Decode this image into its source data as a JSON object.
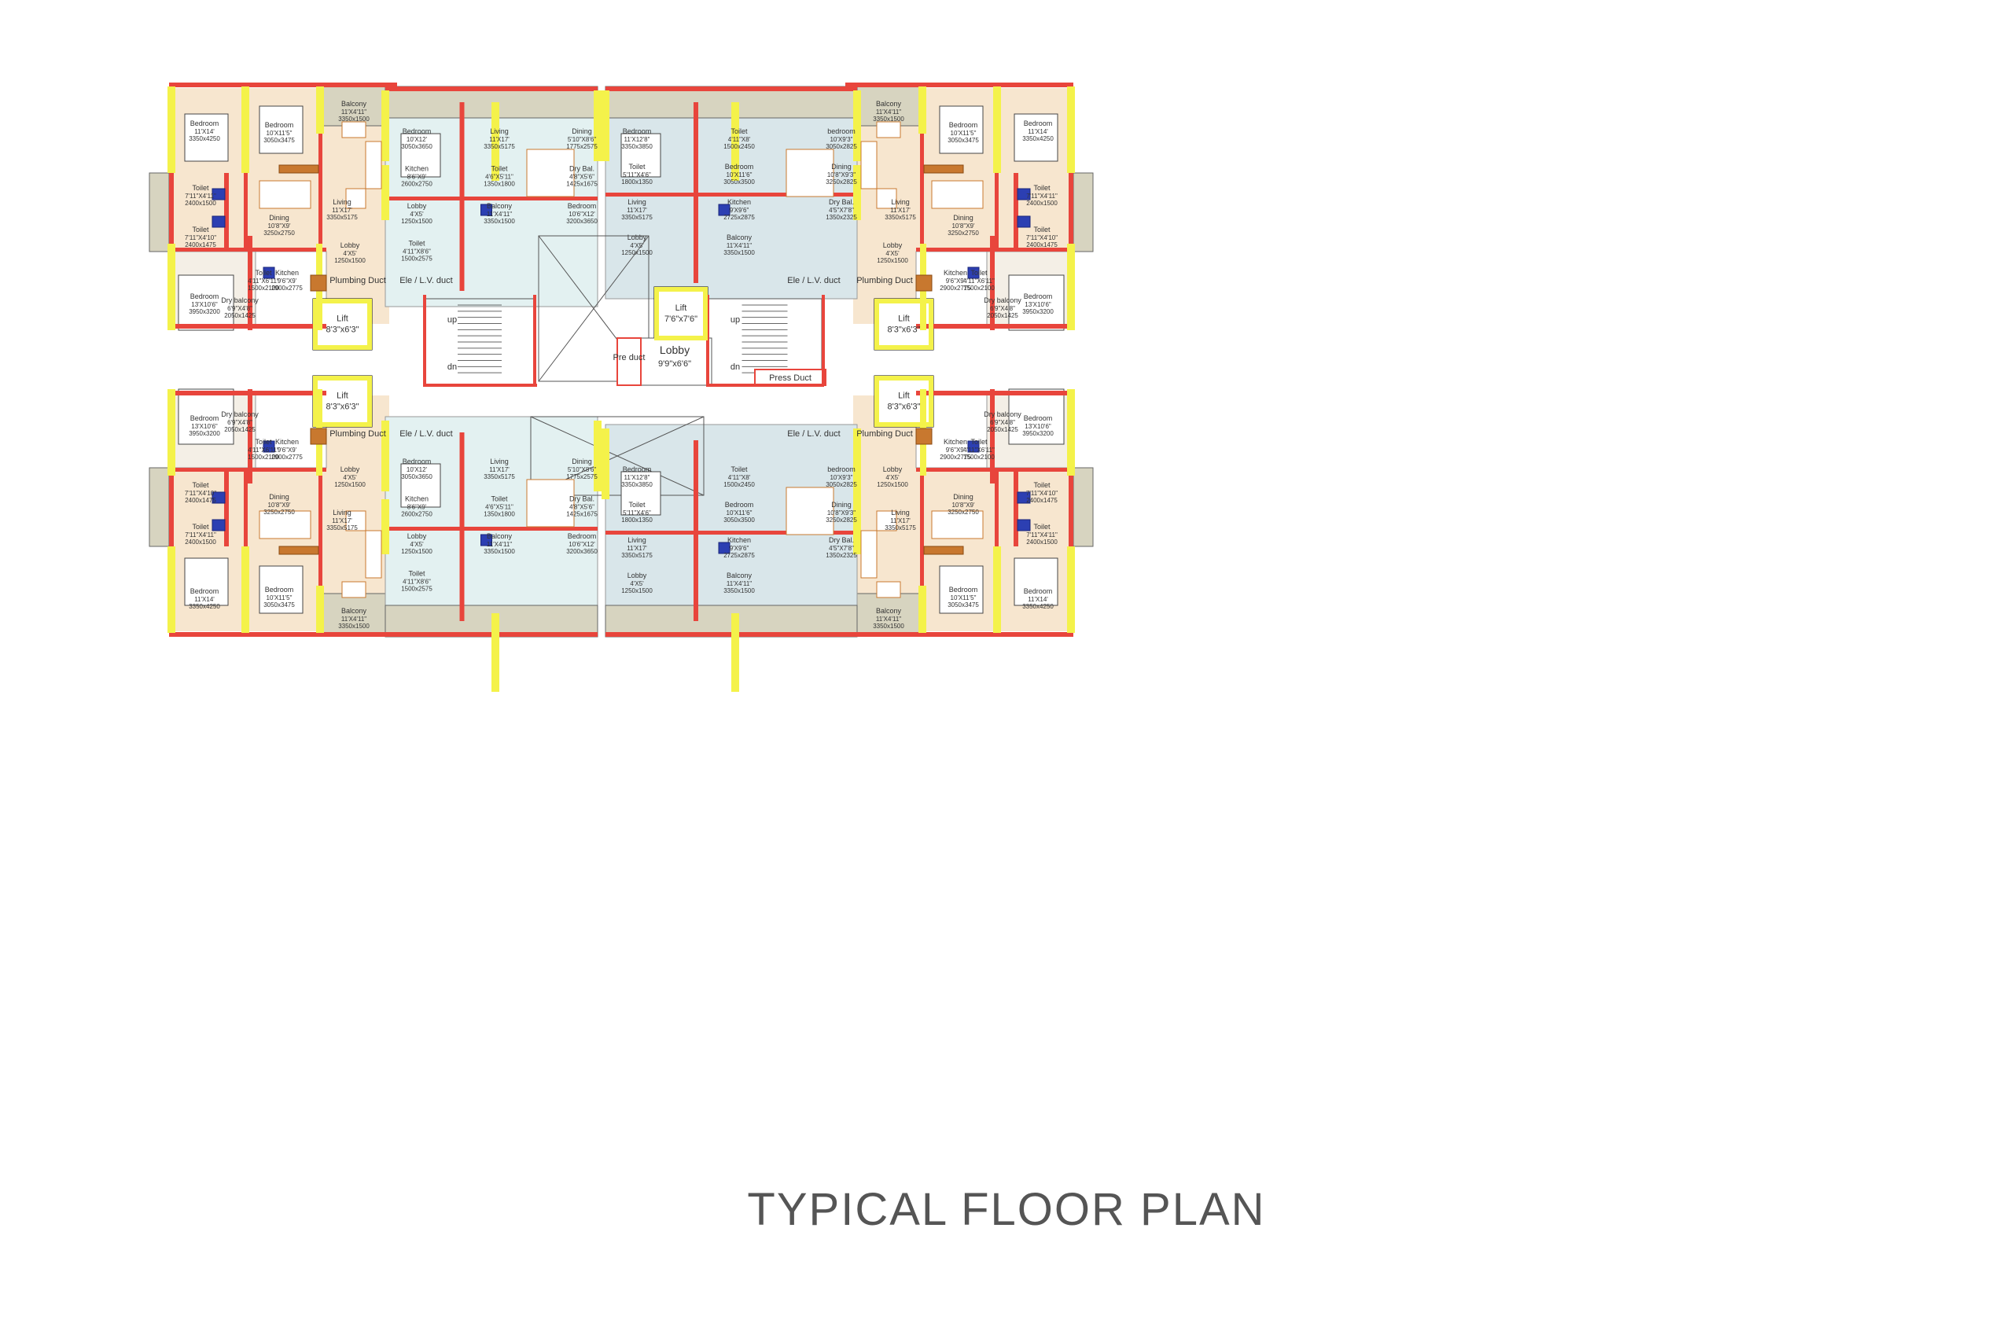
{
  "title": "TYPICAL FLOOR PLAN",
  "colors": {
    "background": "#ffffff",
    "flat_floor_beige": "#f7e6cf",
    "flat_floor_teal": "#e3f1f1",
    "flat_floor_bluegrey": "#d9e6ea",
    "wall_red": "#e8453c",
    "column_yellow": "#f4f24a",
    "furniture_brown": "#c8782f",
    "sanitary_blue": "#2c3fb2",
    "balcony_grey": "#d7d4c0",
    "title_text": "#555555"
  },
  "core": {
    "lift_left_top": "Lift",
    "lift_left_top_dim": "8'3\"x6'3\"",
    "lift_left_bottom": "Lift",
    "lift_left_bottom_dim": "8'3\"x6'3\"",
    "lift_center": "Lift",
    "lift_center_dim": "7'6\"x7'6\"",
    "lift_right_top": "Lift",
    "lift_right_top_dim": "8'3\"x6'3\"",
    "lift_right_bottom": "Lift",
    "lift_right_bottom_dim": "8'3\"x6'3\"",
    "lobby": "Lobby",
    "lobby_dim": "9'9\"x6'6\"",
    "pre_duct": "Pre duct",
    "press_duct": "Press Duct",
    "stair_up": "up",
    "stair_dn": "dn",
    "plumbing_duct": "Plumbing Duct",
    "elec_duct": "Ele / L.V. duct"
  },
  "flats": [
    {
      "id": "flat-top-left",
      "rooms": [
        {
          "name": "Bedroom",
          "size": "11'X14'",
          "mm": "3350x4250"
        },
        {
          "name": "Bedroom",
          "size": "10'X11'5\"",
          "mm": "3050x3475"
        },
        {
          "name": "Living",
          "size": "11'X17'",
          "mm": "3350x5175"
        },
        {
          "name": "Dining",
          "size": "10'8\"X9'",
          "mm": "3250x2750"
        },
        {
          "name": "Kitchen",
          "size": "9'6\"X9'",
          "mm": "2900x2775"
        },
        {
          "name": "Toilet",
          "size": "7'11\"X4'11\"",
          "mm": "2400x1500"
        },
        {
          "name": "Toilet",
          "size": "7'11\"X4'10\"",
          "mm": "2400x1475"
        },
        {
          "name": "Toilet",
          "size": "4'11\"X6'11\"",
          "mm": "1500x2100"
        },
        {
          "name": "Bedroom",
          "size": "13'X10'6\"",
          "mm": "3950x3200"
        },
        {
          "name": "Lobby",
          "size": "4'X5'",
          "mm": "1250x1500"
        },
        {
          "name": "Balcony",
          "size": "11'X4'11\"",
          "mm": "3350x1500"
        },
        {
          "name": "Dry balcony",
          "size": "6'9\"X4'8\"",
          "mm": "2050x1425"
        }
      ]
    },
    {
      "id": "flat-top-centre-left",
      "rooms": [
        {
          "name": "Bedroom",
          "size": "10'X12'",
          "mm": "3050x3650"
        },
        {
          "name": "Living",
          "size": "11'X17'",
          "mm": "3350x5175"
        },
        {
          "name": "Dining",
          "size": "5'10\"X8'6\"",
          "mm": "1775x2575"
        },
        {
          "name": "Kitchen",
          "size": "8'6\"X9'",
          "mm": "2600x2750"
        },
        {
          "name": "Toilet",
          "size": "4'6\"X5'11\"",
          "mm": "1350x1800"
        },
        {
          "name": "Dry Bal.",
          "size": "4'8\"X5'6\"",
          "mm": "1425x1675"
        },
        {
          "name": "Lobby",
          "size": "4'X5'",
          "mm": "1250x1500"
        },
        {
          "name": "Balcony",
          "size": "11'X4'11\"",
          "mm": "3350x1500"
        },
        {
          "name": "Bedroom",
          "size": "10'6\"X12'",
          "mm": "3200x3650"
        },
        {
          "name": "Toilet",
          "size": "4'11\"X8'6\"",
          "mm": "1500x2575"
        }
      ]
    },
    {
      "id": "flat-top-centre-right",
      "rooms": [
        {
          "name": "Bedroom",
          "size": "11'X12'8\"",
          "mm": "3350x3850"
        },
        {
          "name": "Toilet",
          "size": "4'11\"X8'",
          "mm": "1500x2450"
        },
        {
          "name": "bedroom",
          "size": "10'X9'3\"",
          "mm": "3050x2825"
        },
        {
          "name": "Toilet",
          "size": "5'11\"X4'6\"",
          "mm": "1800x1350"
        },
        {
          "name": "Bedroom",
          "size": "10'X11'6\"",
          "mm": "3050x3500"
        },
        {
          "name": "Dining",
          "size": "10'8\"X9'3\"",
          "mm": "3250x2825"
        },
        {
          "name": "Living",
          "size": "11'X17'",
          "mm": "3350x5175"
        },
        {
          "name": "Kitchen",
          "size": "9'X9'6\"",
          "mm": "2725x2875"
        },
        {
          "name": "Dry Bal.",
          "size": "4'5\"X7'8\"",
          "mm": "1350x2325"
        },
        {
          "name": "Lobby",
          "size": "4'X5'",
          "mm": "1250x1500"
        },
        {
          "name": "Balcony",
          "size": "11'X4'11\"",
          "mm": "3350x1500"
        }
      ]
    },
    {
      "id": "flat-top-right",
      "rooms": [
        {
          "name": "Bedroom",
          "size": "11'X14'",
          "mm": "3350x4250"
        },
        {
          "name": "Bedroom",
          "size": "10'X11'5\"",
          "mm": "3050x3475"
        },
        {
          "name": "Living",
          "size": "11'X17'",
          "mm": "3350x5175"
        },
        {
          "name": "Dining",
          "size": "10'8\"X9'",
          "mm": "3250x2750"
        },
        {
          "name": "Kitchen",
          "size": "9'6\"X9'",
          "mm": "2900x2775"
        },
        {
          "name": "Toilet",
          "size": "7'11\"X4'11\"",
          "mm": "2400x1500"
        },
        {
          "name": "Toilet",
          "size": "7'11\"X4'10\"",
          "mm": "2400x1475"
        },
        {
          "name": "Toilet",
          "size": "4'11\"X6'11\"",
          "mm": "1500x2100"
        },
        {
          "name": "Bedroom",
          "size": "13'X10'6\"",
          "mm": "3950x3200"
        },
        {
          "name": "Lobby",
          "size": "4'X5'",
          "mm": "1250x1500"
        },
        {
          "name": "Balcony",
          "size": "11'X4'11\"",
          "mm": "3350x1500"
        },
        {
          "name": "Dry balcony",
          "size": "6'9\"X4'8\"",
          "mm": "2050x1425"
        }
      ]
    }
  ]
}
